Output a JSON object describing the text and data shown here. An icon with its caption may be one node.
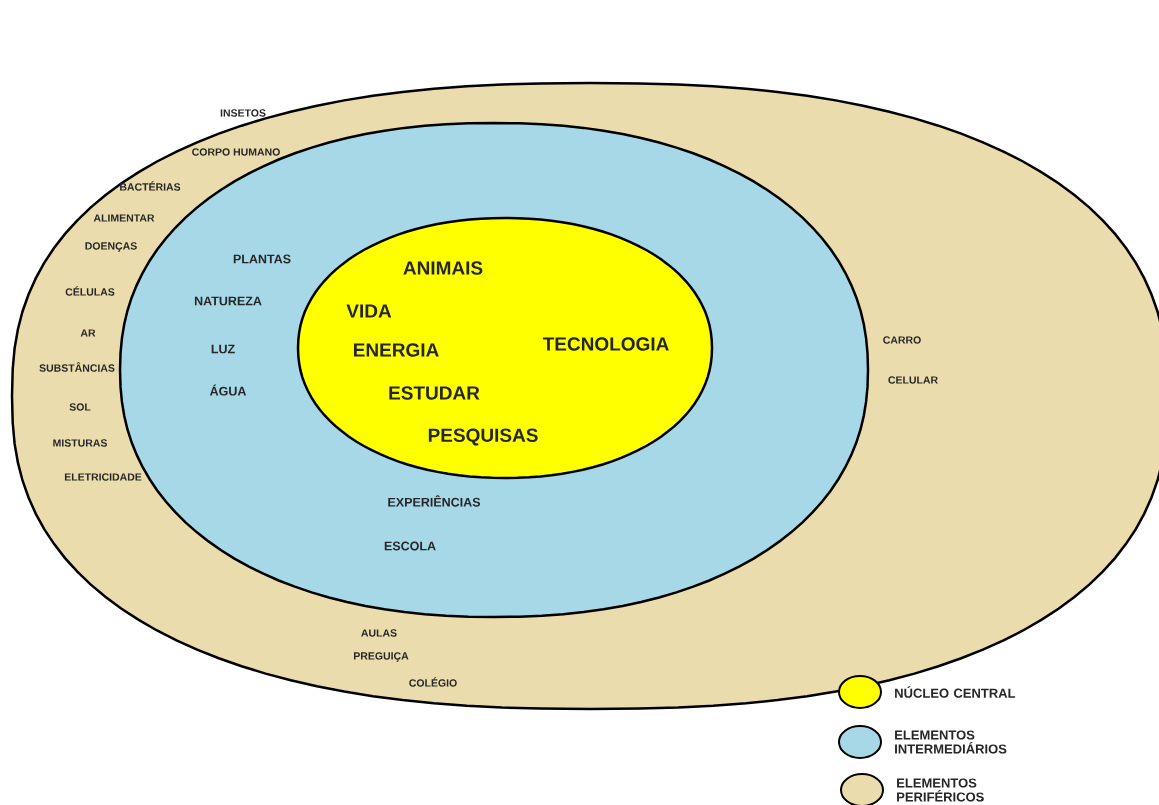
{
  "diagram": {
    "nodes": [
      {
        "text": [
          "INSETOS",
          "CORPO HUMANO",
          "BACTÉRIAS",
          "ALIMENTAR",
          "DOENÇAS",
          "CÉLULAS",
          "AR",
          "SUBSTÂNCIAS",
          "SOL",
          "MISTURAS",
          "ELETRICIDADE",
          "CARRO",
          "CELULAR",
          "AULAS",
          "PREGUIÇA",
          "COLÉGIO"
        ]
      },
      {
        "text": [
          "PLANTAS",
          "NATUREZA",
          "LUZ",
          "ÁGUA",
          "EXPERIÊNCIAS",
          "ESCOLA"
        ],
        "in": 0
      },
      {
        "text": [
          "ANIMAIS",
          "VIDA",
          "ENERGIA",
          "TECNOLOGIA",
          "ESTUDAR",
          "PESQUISAS"
        ],
        "in": 1
      }
    ],
    "legend": [
      {
        "text": "NÚCLEO CENTRAL",
        "color": "#ffff00"
      },
      {
        "text": "ELEMENTOS INTERMEDIÁRIOS",
        "color": "#a6d8e8"
      },
      {
        "text": "ELEMENTOS PERIFÉRICOS",
        "color": "#ebdcae"
      }
    ]
  }
}
